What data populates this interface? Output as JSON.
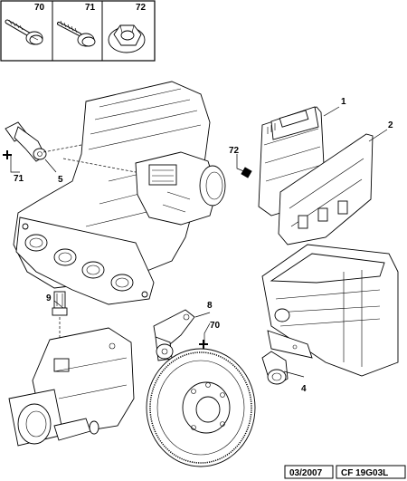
{
  "legend": {
    "items": [
      {
        "number": "70",
        "icon": "bolt-flange-icon"
      },
      {
        "number": "71",
        "icon": "self-tapping-screw-icon"
      },
      {
        "number": "72",
        "icon": "hex-flange-nut-icon"
      }
    ]
  },
  "callouts": {
    "c1": "1",
    "c2": "2",
    "c72": "72",
    "c5": "5",
    "c71": "71",
    "c9": "9",
    "c8": "8",
    "c70": "70",
    "c4": "4"
  },
  "footer": {
    "date": "03/2007",
    "ref": "CF 19G03L"
  }
}
